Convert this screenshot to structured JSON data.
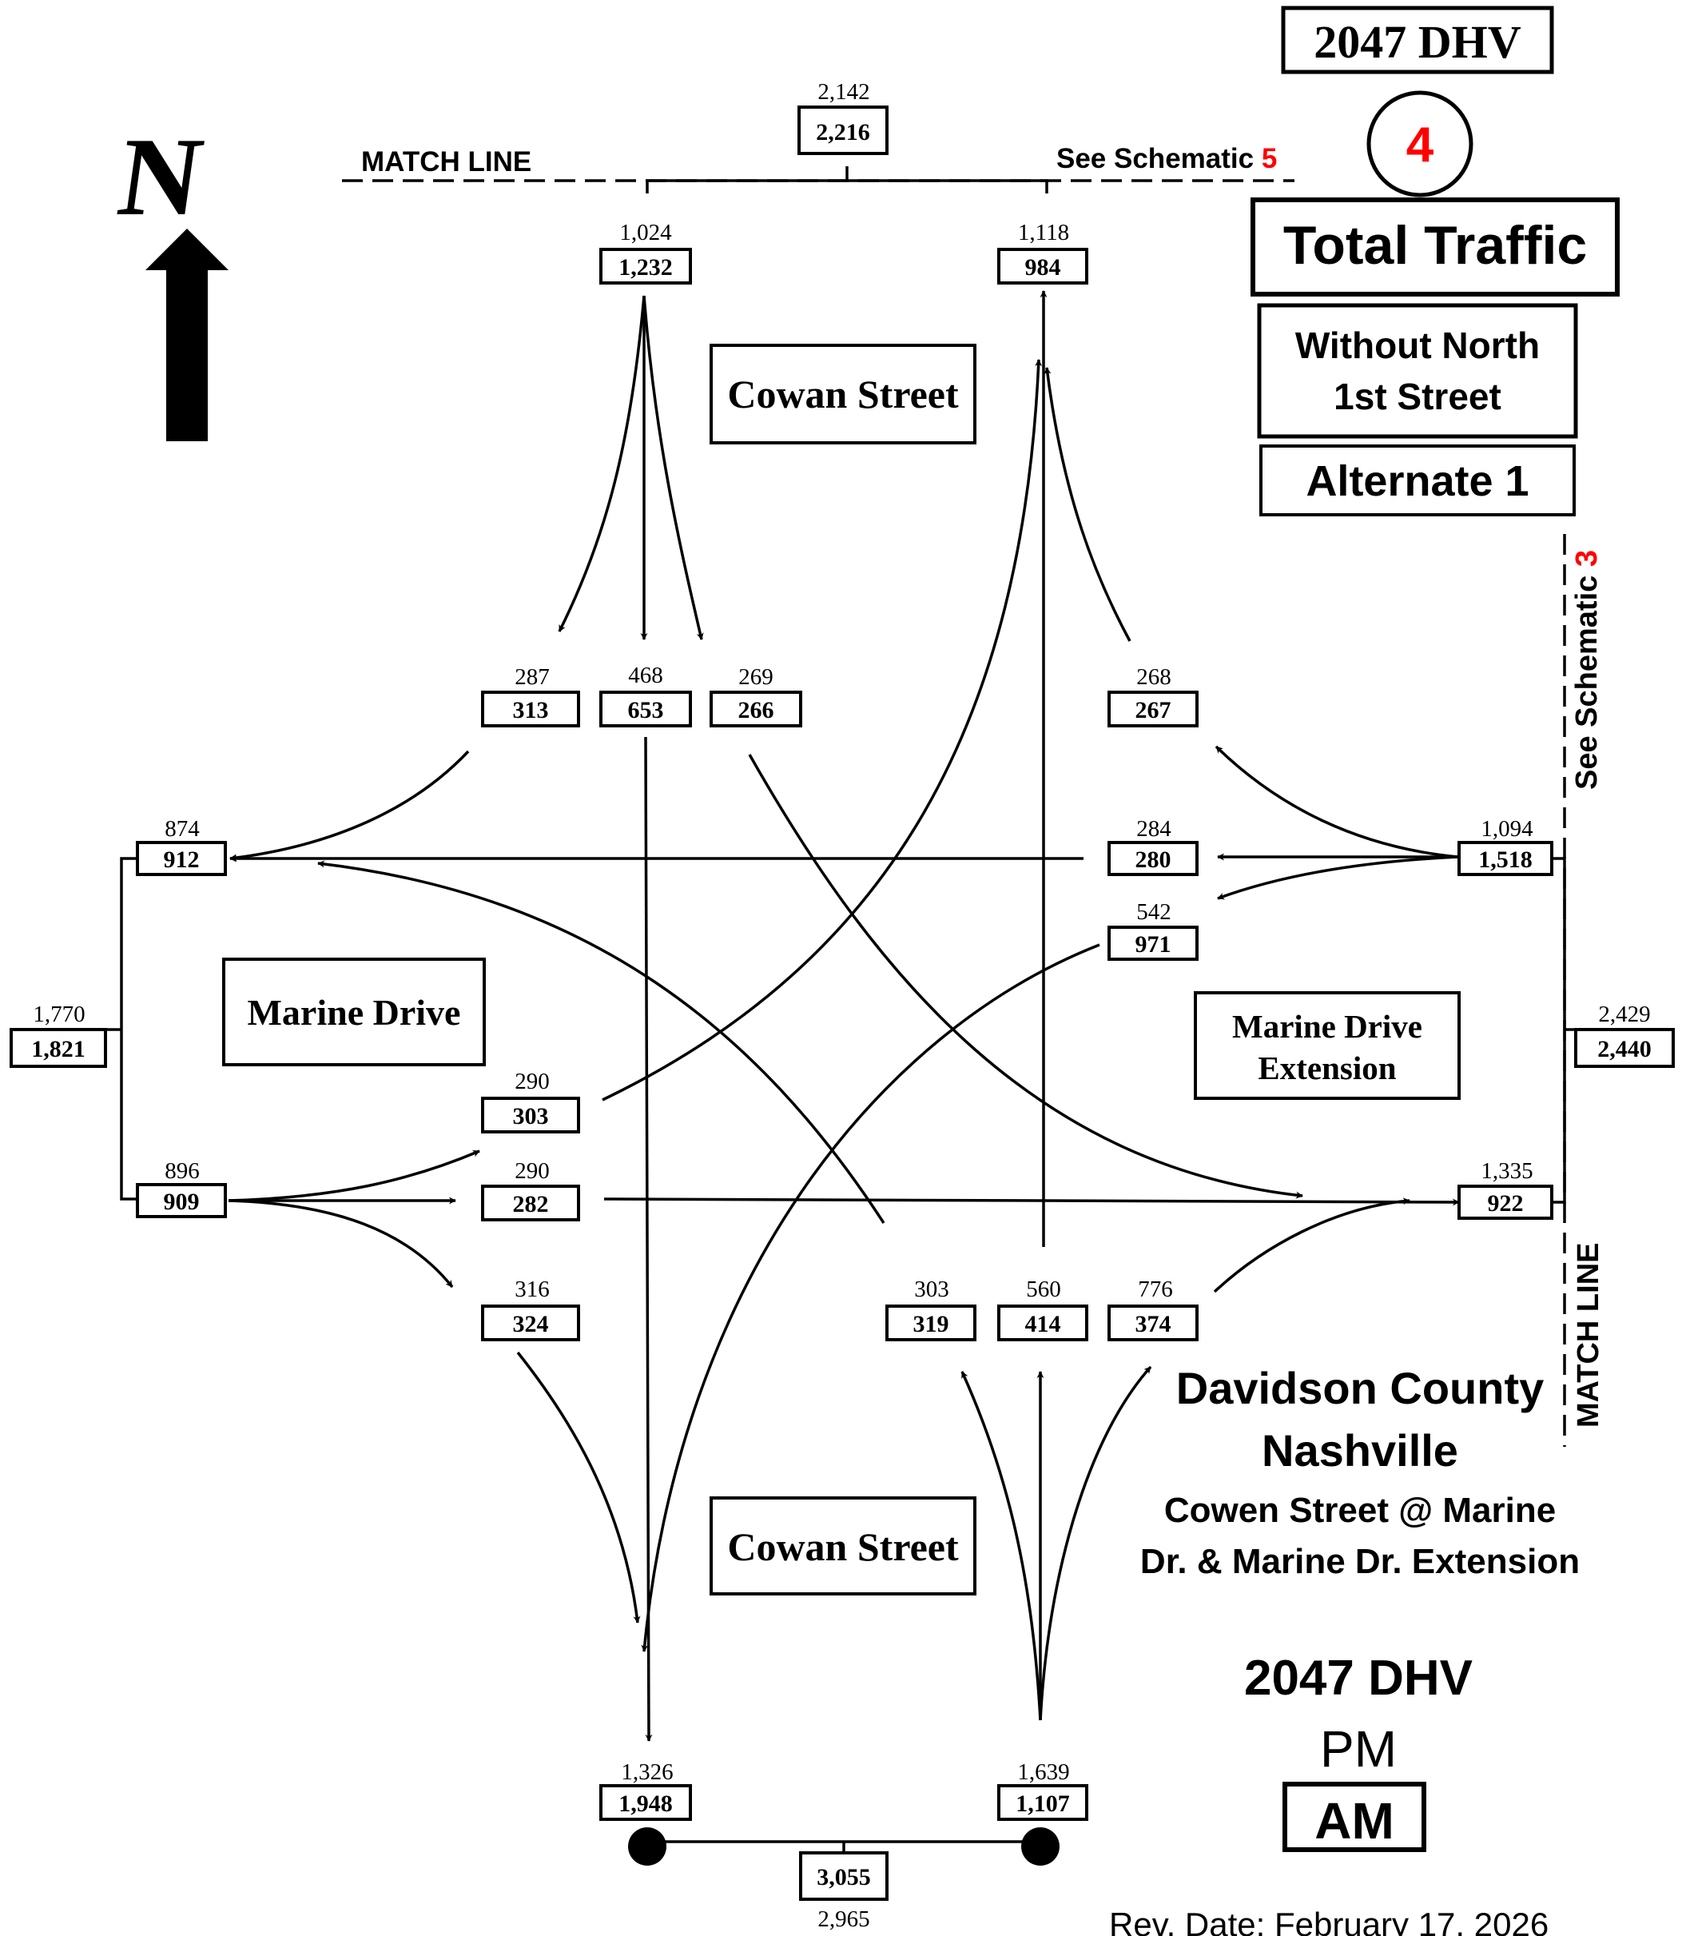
{
  "header": {
    "year_label": "2047 DHV",
    "schematic_number": "4",
    "total_traffic": "Total Traffic",
    "scenario_line1": "Without North",
    "scenario_line2": "1st Street",
    "alternate": "Alternate 1",
    "north": "N"
  },
  "match_lines": {
    "top_label": "MATCH LINE",
    "top_see": "See Schematic ",
    "top_see_number": "5",
    "right_see": "See Schematic ",
    "right_see_number": "3",
    "right_label": "MATCH LINE"
  },
  "streets": {
    "cowan_north": "Cowan Street",
    "cowan_south": "Cowan Street",
    "marine_drive": "Marine Drive",
    "marine_ext_line1": "Marine Drive",
    "marine_ext_line2": "Extension"
  },
  "location": {
    "county": "Davidson County",
    "city": "Nashville",
    "desc_line1": "Cowen Street @ Marine",
    "desc_line2": "Dr. & Marine Dr. Extension"
  },
  "legend": {
    "year_label": "2047 DHV",
    "pm": "PM",
    "am": "AM"
  },
  "rev_date": "Rev. Date: February 17, 2026",
  "volumes": {
    "north_total": {
      "pm": "2,142",
      "am": "2,216"
    },
    "north_approach": {
      "pm": "1,024",
      "am": "1,232"
    },
    "north_depart": {
      "pm": "1,118",
      "am": "984"
    },
    "sb_right": {
      "pm": "287",
      "am": "313"
    },
    "sb_through": {
      "pm": "468",
      "am": "653"
    },
    "sb_left": {
      "pm": "269",
      "am": "266"
    },
    "nb_right_to_north": {
      "pm": "268",
      "am": "267"
    },
    "west_depart": {
      "pm": "874",
      "am": "912"
    },
    "west_total": {
      "pm": "1,770",
      "am": "1,821"
    },
    "west_approach": {
      "pm": "896",
      "am": "909"
    },
    "eb_left": {
      "pm": "290",
      "am": "303"
    },
    "eb_through": {
      "pm": "290",
      "am": "282"
    },
    "eb_right": {
      "pm": "316",
      "am": "324"
    },
    "wb_through": {
      "pm": "284",
      "am": "280"
    },
    "wb_left": {
      "pm": "542",
      "am": "971"
    },
    "east_approach": {
      "pm": "1,094",
      "am": "1,518"
    },
    "east_total": {
      "pm": "2,429",
      "am": "2,440"
    },
    "east_depart": {
      "pm": "1,335",
      "am": "922"
    },
    "nb_left": {
      "pm": "303",
      "am": "319"
    },
    "nb_through": {
      "pm": "560",
      "am": "414"
    },
    "nb_right": {
      "pm": "776",
      "am": "374"
    },
    "south_depart": {
      "pm": "1,326",
      "am": "1,948"
    },
    "south_approach": {
      "pm": "1,639",
      "am": "1,107"
    },
    "south_total": {
      "pm": "2,965",
      "am": "3,055"
    }
  },
  "colors": {
    "ink": "#000000",
    "accent_red": "#ff0000"
  }
}
